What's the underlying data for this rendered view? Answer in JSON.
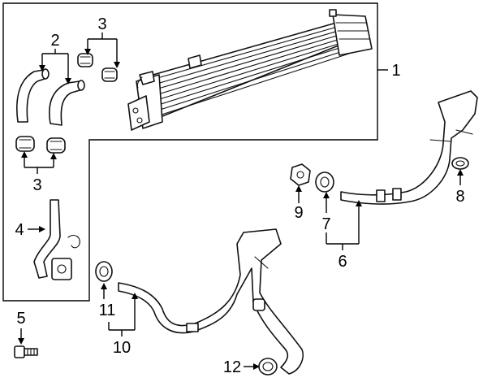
{
  "diagram": {
    "callouts": {
      "c1": "1",
      "c2": "2",
      "c3_top": "3",
      "c3_left": "3",
      "c4": "4",
      "c5": "5",
      "c6": "6",
      "c7": "7",
      "c8": "8",
      "c9": "9",
      "c10": "10",
      "c11": "11",
      "c12": "12"
    }
  }
}
